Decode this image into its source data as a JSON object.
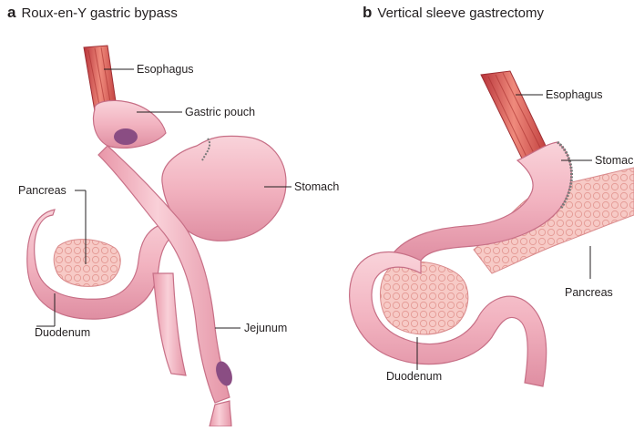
{
  "panel_a": {
    "letter": "a",
    "title": "Roux-en-Y gastric bypass",
    "labels": {
      "esophagus": "Esophagus",
      "gastric_pouch": "Gastric pouch",
      "pancreas": "Pancreas",
      "stomach": "Stomach",
      "duodenum": "Duodenum",
      "jejunum": "Jejunum"
    }
  },
  "panel_b": {
    "letter": "b",
    "title": "Vertical sleeve gastrectomy",
    "labels": {
      "esophagus": "Esophagus",
      "stomach": "Stomach",
      "pancreas": "Pancreas",
      "duodenum": "Duodenum"
    }
  },
  "colors": {
    "tissue": "#f2b3c0",
    "tissue_edge": "#c76f86",
    "muscle": "#d9544f",
    "pancreas": "#f7c7c4",
    "staple": "#7a7a7a",
    "lumen": "#7d4a7a"
  }
}
